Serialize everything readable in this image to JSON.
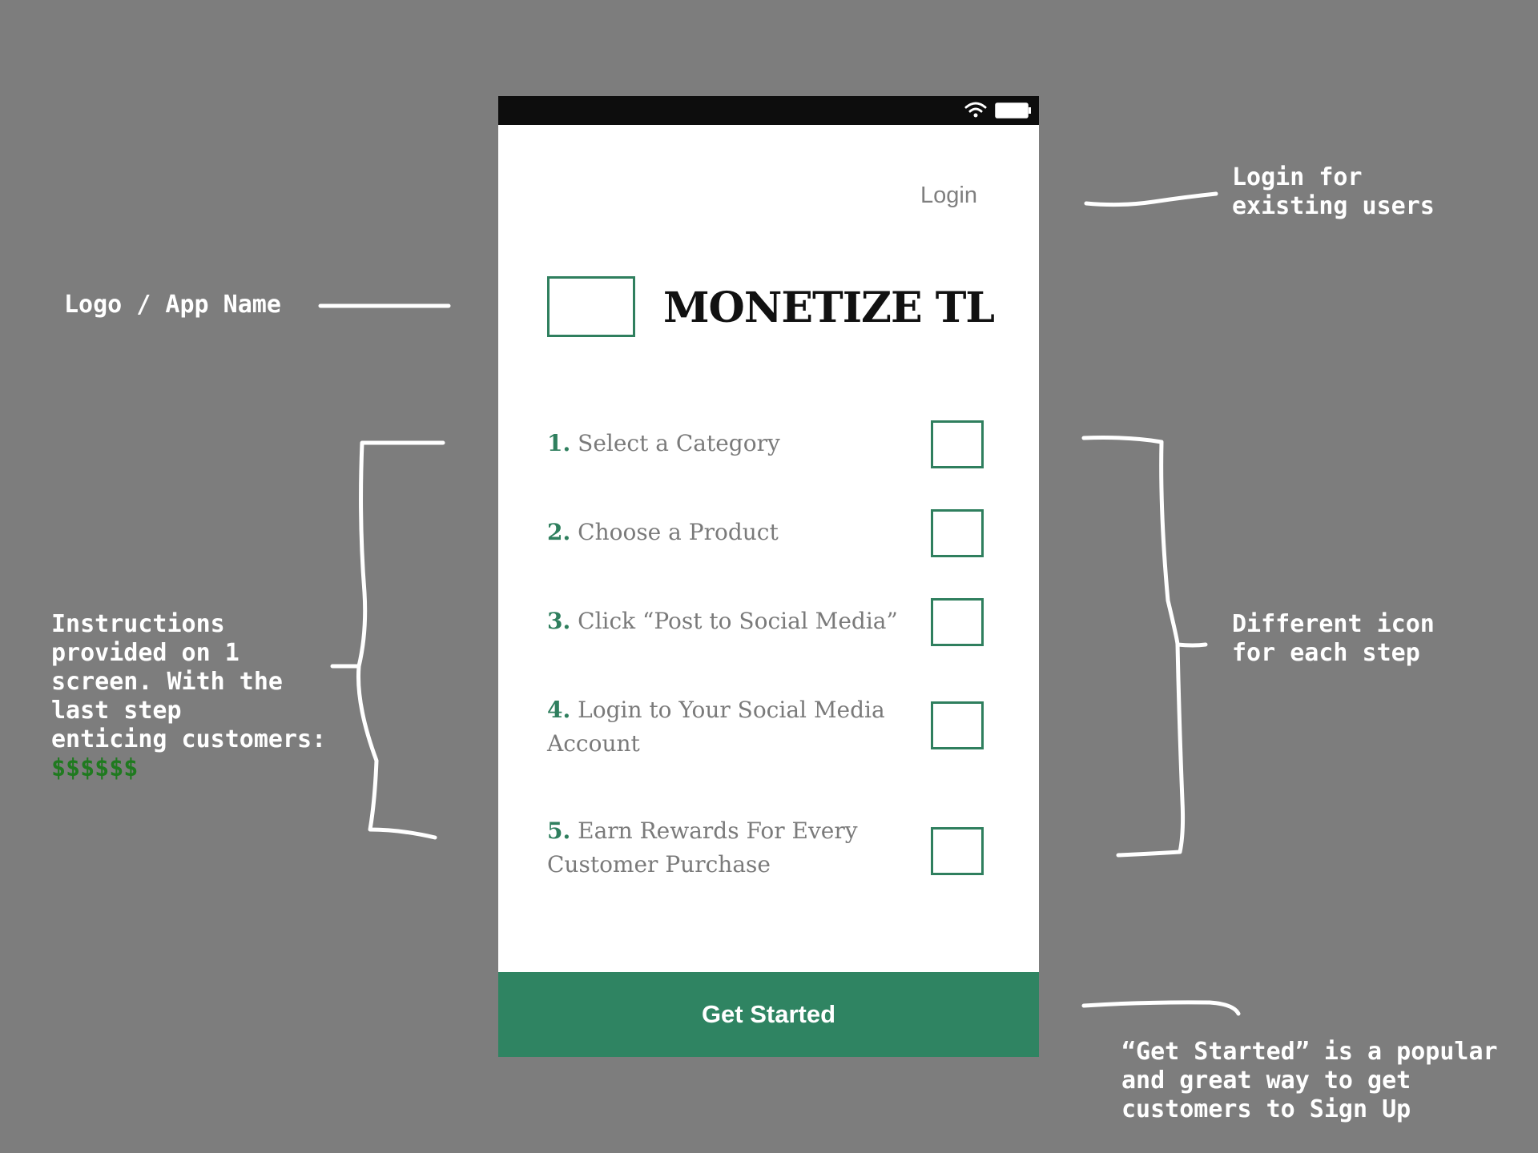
{
  "annotations": {
    "login": [
      "Login for",
      "existing users"
    ],
    "logo": "Logo / App Name",
    "instructions": [
      "Instructions",
      "provided on 1",
      "screen. With the",
      "last step",
      "enticing customers:"
    ],
    "instructions_money": "$$$$$$",
    "icons": [
      "Different icon",
      "for each step"
    ],
    "get_started": [
      "“Get Started” is a popular",
      "and great way to get",
      "customers to Sign Up"
    ]
  },
  "phone": {
    "status_icons": [
      "wifi-icon",
      "battery-icon"
    ],
    "login_label": "Login",
    "app_name": "MONETIZE TL",
    "steps": [
      {
        "number": "1.",
        "text": "Select a Category"
      },
      {
        "number": "2.",
        "text": "Choose a Product"
      },
      {
        "number": "3.",
        "text": "Click “Post to Social Media”"
      },
      {
        "number": "4.",
        "text": "Login to Your Social Media Account"
      },
      {
        "number": "5.",
        "text": "Earn Rewards For Every Customer Purchase"
      }
    ],
    "cta_label": "Get Started"
  },
  "colors": {
    "background": "#7d7d7d",
    "accent": "#2f7f5e",
    "cta_background": "#2f8462",
    "money": "#1f7a1f"
  }
}
